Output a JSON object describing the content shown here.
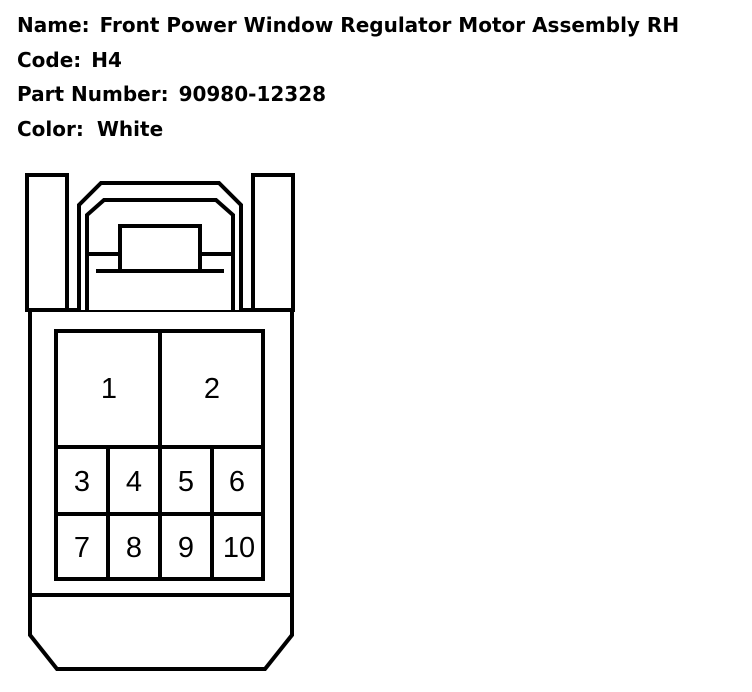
{
  "info": {
    "name_label": "Name:",
    "name_value": "Front Power Window Regulator Motor Assembly RH",
    "code_label": "Code:",
    "code_value": "H4",
    "part_label": "Part Number:",
    "part_value": "90980-12328",
    "color_label": "Color:",
    "color_value": "White"
  },
  "connector": {
    "pins": [
      {
        "id": "pin-1",
        "label": "1"
      },
      {
        "id": "pin-2",
        "label": "2"
      },
      {
        "id": "pin-3",
        "label": "3"
      },
      {
        "id": "pin-4",
        "label": "4"
      },
      {
        "id": "pin-5",
        "label": "5"
      },
      {
        "id": "pin-6",
        "label": "6"
      },
      {
        "id": "pin-7",
        "label": "7"
      },
      {
        "id": "pin-8",
        "label": "8"
      },
      {
        "id": "pin-9",
        "label": "9"
      },
      {
        "id": "pin-10",
        "label": "10"
      }
    ],
    "stroke_color": "#000000",
    "fill_color": "#ffffff"
  }
}
